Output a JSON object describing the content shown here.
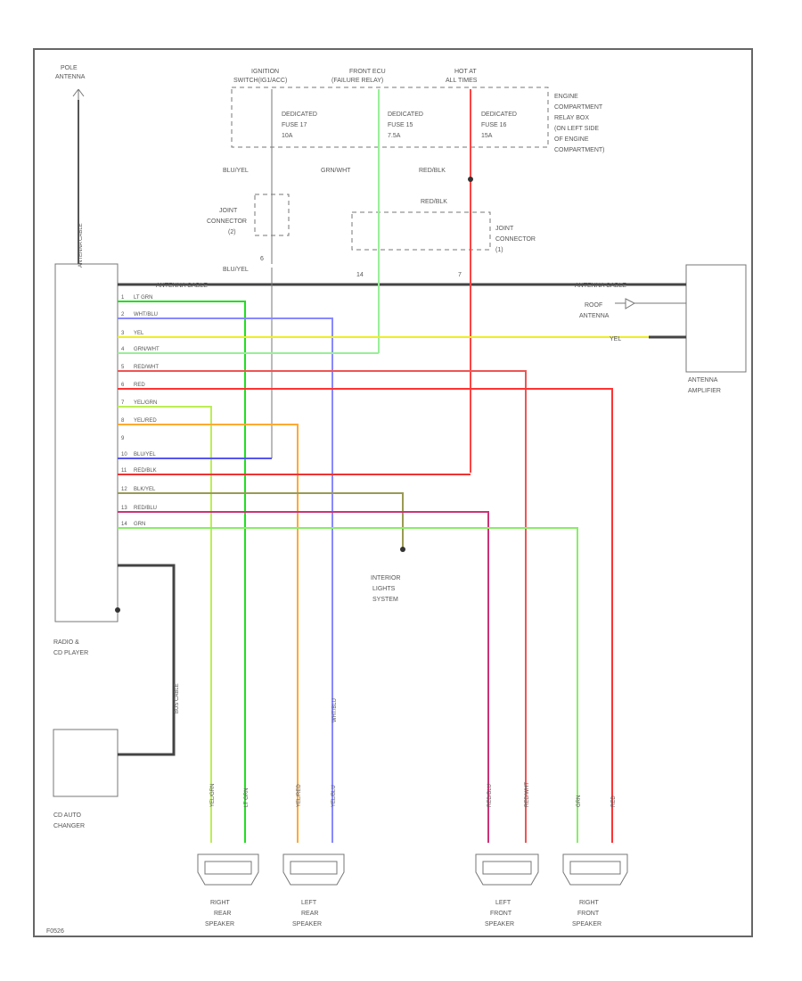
{
  "diagram": {
    "code": "F0526",
    "components": {
      "pole_antenna": [
        "POLE",
        "ANTENNA"
      ],
      "radio": [
        "RADIO &",
        "CD PLAYER"
      ],
      "cd_changer": [
        "CD AUTO",
        "CHANGER"
      ],
      "antenna_amp": [
        "ANTENNA",
        "AMPLIFIER"
      ],
      "roof_antenna": [
        "ROOF",
        "ANTENNA"
      ],
      "interior_lights": [
        "INTERIOR",
        "LIGHTS",
        "SYSTEM"
      ],
      "relay_box": [
        "ENGINE",
        "COMPARTMENT",
        "RELAY BOX",
        "(ON LEFT SIDE",
        "OF ENGINE",
        "COMPARTMENT)"
      ],
      "joint_connector_1": [
        "JOINT",
        "CONNECTOR",
        "(2)"
      ],
      "joint_connector_2": [
        "JOINT",
        "CONNECTOR",
        "(1)"
      ],
      "speakers": {
        "right_rear": [
          "RIGHT",
          "REAR",
          "SPEAKER"
        ],
        "left_rear": [
          "LEFT",
          "REAR",
          "SPEAKER"
        ],
        "left_front": [
          "LEFT",
          "FRONT",
          "SPEAKER"
        ],
        "right_front": [
          "RIGHT",
          "FRONT",
          "SPEAKER"
        ]
      }
    },
    "power": {
      "ignition": [
        "IGNITION",
        "SWITCH(IG1/ACC)"
      ],
      "front_ecu": [
        "FRONT ECU",
        "(FAILURE RELAY)"
      ],
      "hot_at": [
        "HOT AT",
        "ALL TIMES"
      ],
      "fuse17": [
        "DEDICATED",
        "FUSE 17",
        "10A"
      ],
      "fuse15": [
        "DEDICATED",
        "FUSE 15",
        "7.5A"
      ],
      "fuse16": [
        "DEDICATED",
        "FUSE 16",
        "15A"
      ]
    },
    "wire_labels": {
      "blu_yel_top": "BLU/YEL",
      "grn_wht_top": "GRN/WHT",
      "red_blk_top": "RED/BLK",
      "red_blk_joint": "RED/BLK",
      "blu_yel_mid": "BLU/YEL",
      "pin_a": "6",
      "pin_b": "14",
      "pin_c": "7",
      "antenna_cable_left": "ANTENNA CABLE",
      "antenna_cable_right": "ANTENNA CABLE",
      "yel_amp": "YEL",
      "bus_cable": "BUS CABLE",
      "lead_wht_blu": "WHT/BLU"
    },
    "radio_pins": [
      {
        "pin": "1",
        "wire": "LT GRN",
        "color": "#22dd22"
      },
      {
        "pin": "2",
        "wire": "WHT/BLU",
        "color": "#8888ff"
      },
      {
        "pin": "3",
        "wire": "YEL",
        "color": "#eeee22"
      },
      {
        "pin": "4",
        "wire": "GRN/WHT",
        "color": "#99ee99"
      },
      {
        "pin": "5",
        "wire": "RED/WHT",
        "color": "#ee5555"
      },
      {
        "pin": "6",
        "wire": "RED",
        "color": "#ff3333"
      },
      {
        "pin": "7",
        "wire": "YEL/GRN",
        "color": "#bbee55"
      },
      {
        "pin": "8",
        "wire": "YEL/RED",
        "color": "#ffaa33"
      },
      {
        "pin": "9",
        "wire": "",
        "color": ""
      },
      {
        "pin": "10",
        "wire": "BLU/YEL",
        "color": "#5555ee"
      },
      {
        "pin": "11",
        "wire": "RED/BLK",
        "color": "#ee3333"
      },
      {
        "pin": "12",
        "wire": "BLK/YEL",
        "color": "#999955"
      },
      {
        "pin": "13",
        "wire": "RED/BLU",
        "color": "#cc3377"
      },
      {
        "pin": "14",
        "wire": "GRN",
        "color": "#88ee66"
      }
    ],
    "speaker_leads": {
      "rr_left": "YEL/GRN",
      "rr_right": "LT GRN",
      "lr_left": "YEL/RED",
      "lr_right": "YEL/BLU",
      "lf_left": "RED/BLU",
      "lf_right": "RED/WHT",
      "rf_left": "GRN",
      "rf_right": "RED"
    }
  }
}
